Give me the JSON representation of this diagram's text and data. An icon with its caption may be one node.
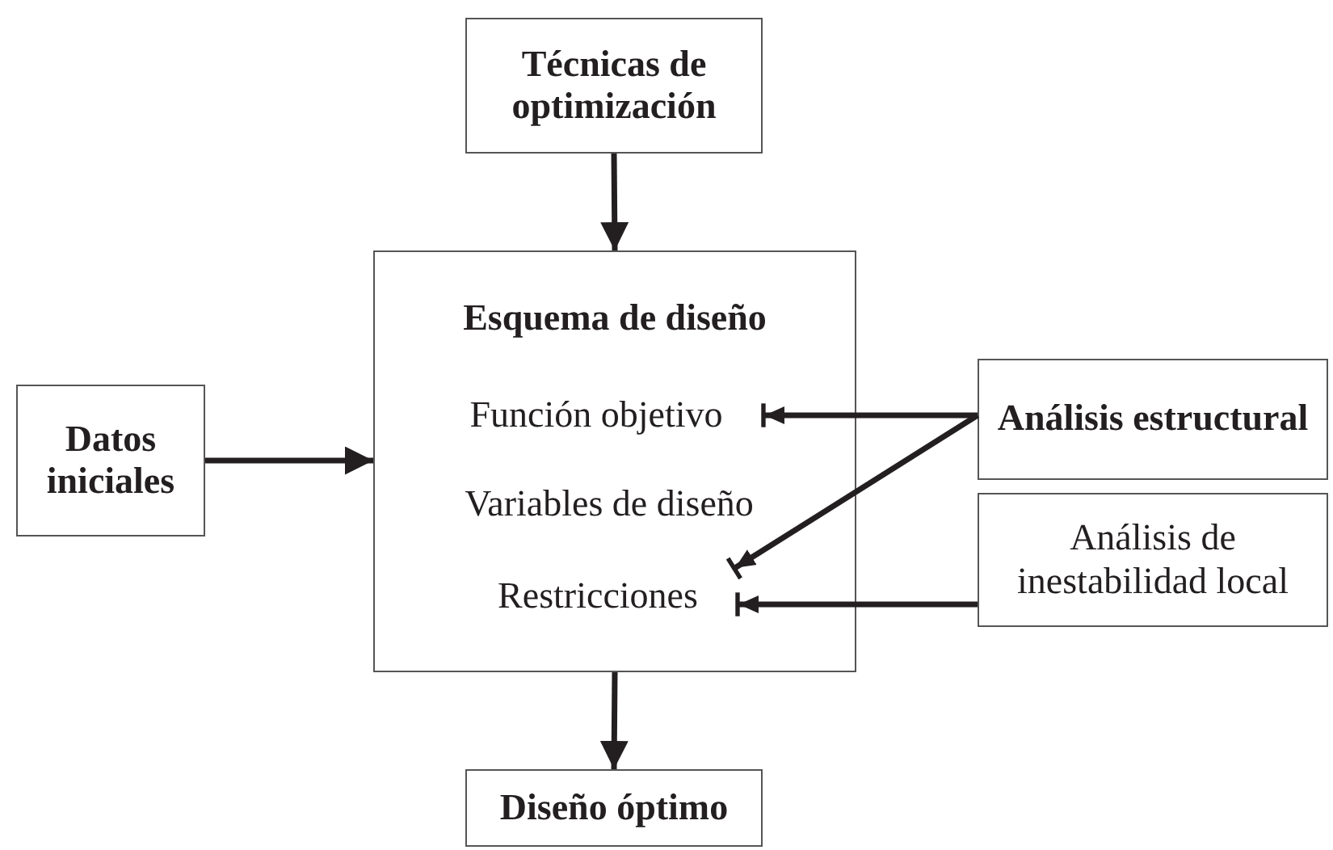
{
  "diagram": {
    "nodes": [
      {
        "text": [
          "Técnicas de optimización"
        ]
      },
      {
        "text": [
          "Esquema de diseño"
        ]
      },
      {
        "text": [
          "Función objetivo"
        ],
        "in": 1
      },
      {
        "text": [
          "Variables de diseño"
        ],
        "in": 1
      },
      {
        "text": [
          "Restricciones"
        ],
        "in": 1
      },
      {
        "text": [
          "Datos iniciales"
        ]
      },
      {
        "text": [
          "Análisis estructural"
        ]
      },
      {
        "text": [
          "Análisis de inestabilidad local"
        ]
      },
      {
        "text": [
          "Diseño óptimo"
        ]
      }
    ],
    "edges": [
      {
        "from": 0,
        "to": 1,
        "arrow": "to"
      },
      {
        "from": 5,
        "to": 1,
        "arrow": "to"
      },
      {
        "from": 6,
        "to": 2,
        "arrow": "to"
      },
      {
        "from": 6,
        "to": 4,
        "arrow": "to"
      },
      {
        "from": 7,
        "to": 4,
        "arrow": "to"
      },
      {
        "from": 1,
        "to": 8,
        "arrow": "to"
      }
    ]
  }
}
